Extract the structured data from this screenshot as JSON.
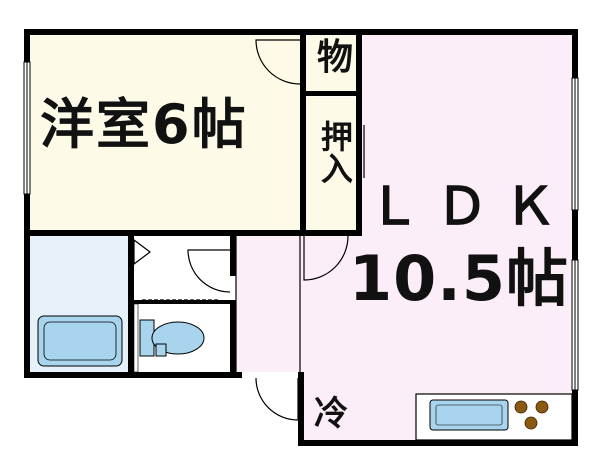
{
  "rooms": {
    "western": {
      "label": "洋室6帖"
    },
    "storage": {
      "label": "物"
    },
    "closet": {
      "label": "押入"
    },
    "ldk": {
      "label": "ＬＤＫ",
      "size": "10.5帖"
    },
    "fridge": {
      "label": "冷"
    }
  },
  "colors": {
    "wall": "#000000",
    "western_floor": "#fdfbe8",
    "ldk_floor": "#fbeef8",
    "wet_floor": "#e6f1f9",
    "fixture_blue": "#a9d4ee",
    "stove_burner": "#8a5a10"
  }
}
